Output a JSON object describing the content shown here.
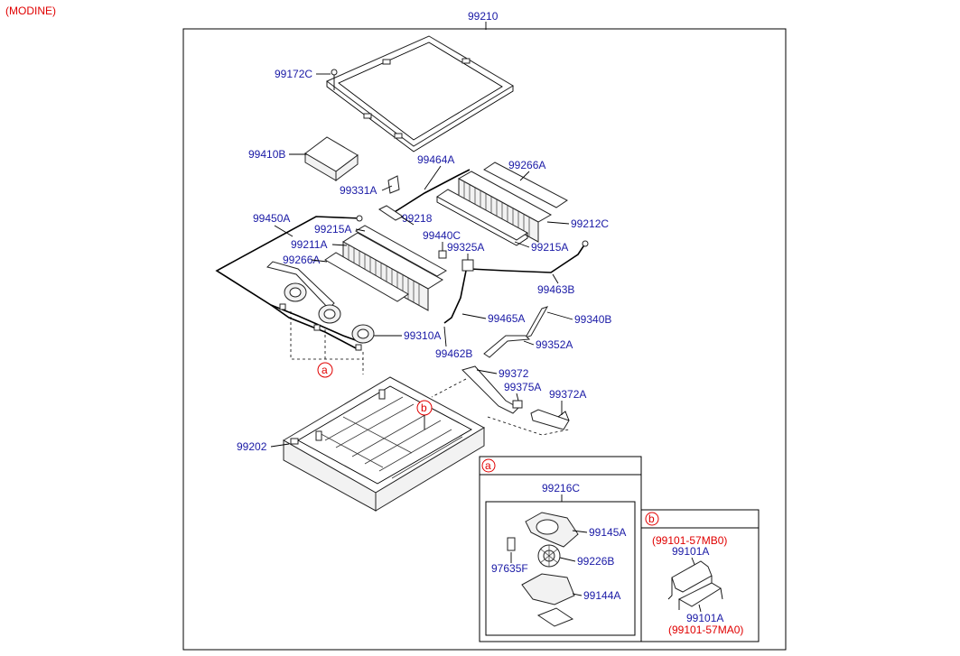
{
  "header": {
    "variant": "(MODINE)",
    "assembly": "99210"
  },
  "parts": {
    "p99172C": "99172C",
    "p99410B": "99410B",
    "p99464A": "99464A",
    "p99266A_top": "99266A",
    "p99331A": "99331A",
    "p99450A": "99450A",
    "p99218": "99218",
    "p99212C": "99212C",
    "p99215A_left": "99215A",
    "p99440C": "99440C",
    "p99211A": "99211A",
    "p99325A": "99325A",
    "p99215A_right": "99215A",
    "p99266A_left": "99266A",
    "p99463B": "99463B",
    "p99465A": "99465A",
    "p99340B": "99340B",
    "p99310A": "99310A",
    "p99352A": "99352A",
    "p99462B": "99462B",
    "p99372": "99372",
    "p99375A": "99375A",
    "p99372A": "99372A",
    "p99202": "99202"
  },
  "callouts": {
    "a": "a",
    "b": "b"
  },
  "detail_a": {
    "tag": "a",
    "assembly": "99216C",
    "p99145A": "99145A",
    "p97635F": "97635F",
    "p99226B": "99226B",
    "p99144A": "99144A"
  },
  "detail_b": {
    "tag": "b",
    "alt_top": "(99101-57MB0)",
    "part_top": "99101A",
    "part_bottom": "99101A",
    "alt_bottom": "(99101-57MA0)"
  },
  "colors": {
    "label": "#1a1aa6",
    "accent": "#e00000",
    "line": "#000000"
  }
}
